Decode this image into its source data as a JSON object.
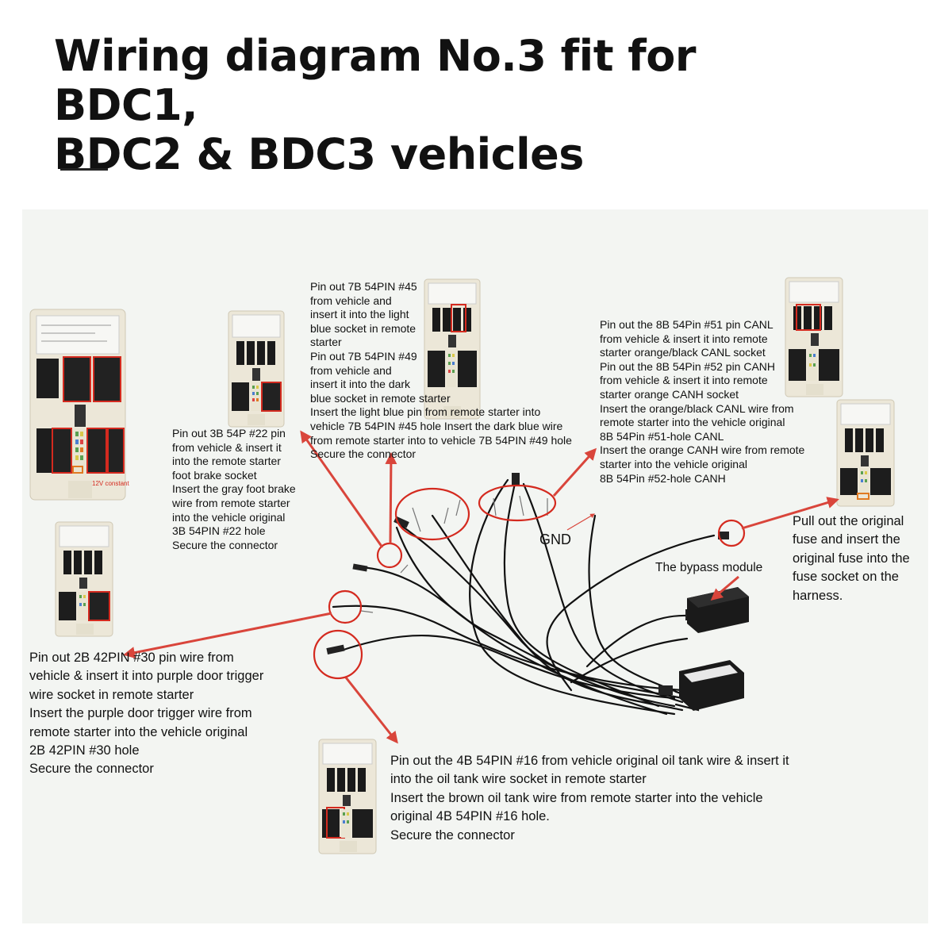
{
  "title": {
    "line1": "Wiring diagram No.3 fit for BDC1,",
    "line2": "BDC2 & BDC3 vehicles"
  },
  "ecu_label": "12V constant",
  "labels": {
    "gnd": "GND",
    "bypass": "The bypass module"
  },
  "instructions": {
    "b3_22": [
      "Pin out 3B 54P #22 pin",
      "from vehicle & insert it",
      "into the remote starter",
      "foot brake socket",
      "Insert the gray foot brake",
      "wire from remote starter",
      "into the vehicle original",
      "3B 54PIN #22 hole",
      "Secure the connector"
    ],
    "b7_45_49": [
      "Pin out 7B 54PIN #45",
      "from vehicle and",
      "insert it into the light",
      "blue socket in remote",
      "starter",
      "Pin out 7B 54PIN #49",
      "from vehicle and",
      "insert it into the dark",
      "blue socket in remote starter",
      "Insert the light blue pin from remote starter into",
      "vehicle 7B 54PIN #45 hole Insert the dark blue wire",
      "from remote starter into to vehicle 7B 54PIN #49 hole",
      "Secure the connector"
    ],
    "b8_can": [
      "Pin out the 8B 54Pin #51 pin CANL",
      "from vehicle & insert it into remote",
      "starter orange/black CANL socket",
      "Pin out the 8B 54Pin #52 pin CANH",
      "from vehicle & insert it into remote",
      "starter orange CANH socket",
      "Insert the orange/black CANL wire from",
      "remote starter into the vehicle original",
      "8B 54Pin #51-hole CANL",
      "Insert the orange CANH wire from remote",
      "starter into the vehicle original",
      "8B 54Pin #52-hole CANH"
    ],
    "fuse": [
      "Pull out the original",
      "fuse and insert the",
      "original fuse into the",
      "fuse socket on the",
      "harness."
    ],
    "b2_30": [
      "Pin out 2B 42PIN #30 pin wire from",
      "vehicle & insert it into purple door trigger",
      "wire socket in remote starter",
      "Insert the purple door trigger wire from",
      "remote starter into the vehicle original",
      "2B 42PIN #30 hole",
      "Secure the connector"
    ],
    "b4_16": [
      "Pin out the 4B 54PIN #16 from vehicle original oil tank wire & insert it",
      "into the oil tank wire socket in remote starter",
      "Insert the brown oil tank wire from remote starter into the vehicle",
      "original 4B 54PIN #16 hole.",
      "Secure the connector"
    ]
  },
  "colors": {
    "panel": "#f3f5f2",
    "arrow": "#d9453b",
    "highlight": "#d42a1f",
    "ecu_body": "#ece7d8",
    "wire": "#111111"
  }
}
